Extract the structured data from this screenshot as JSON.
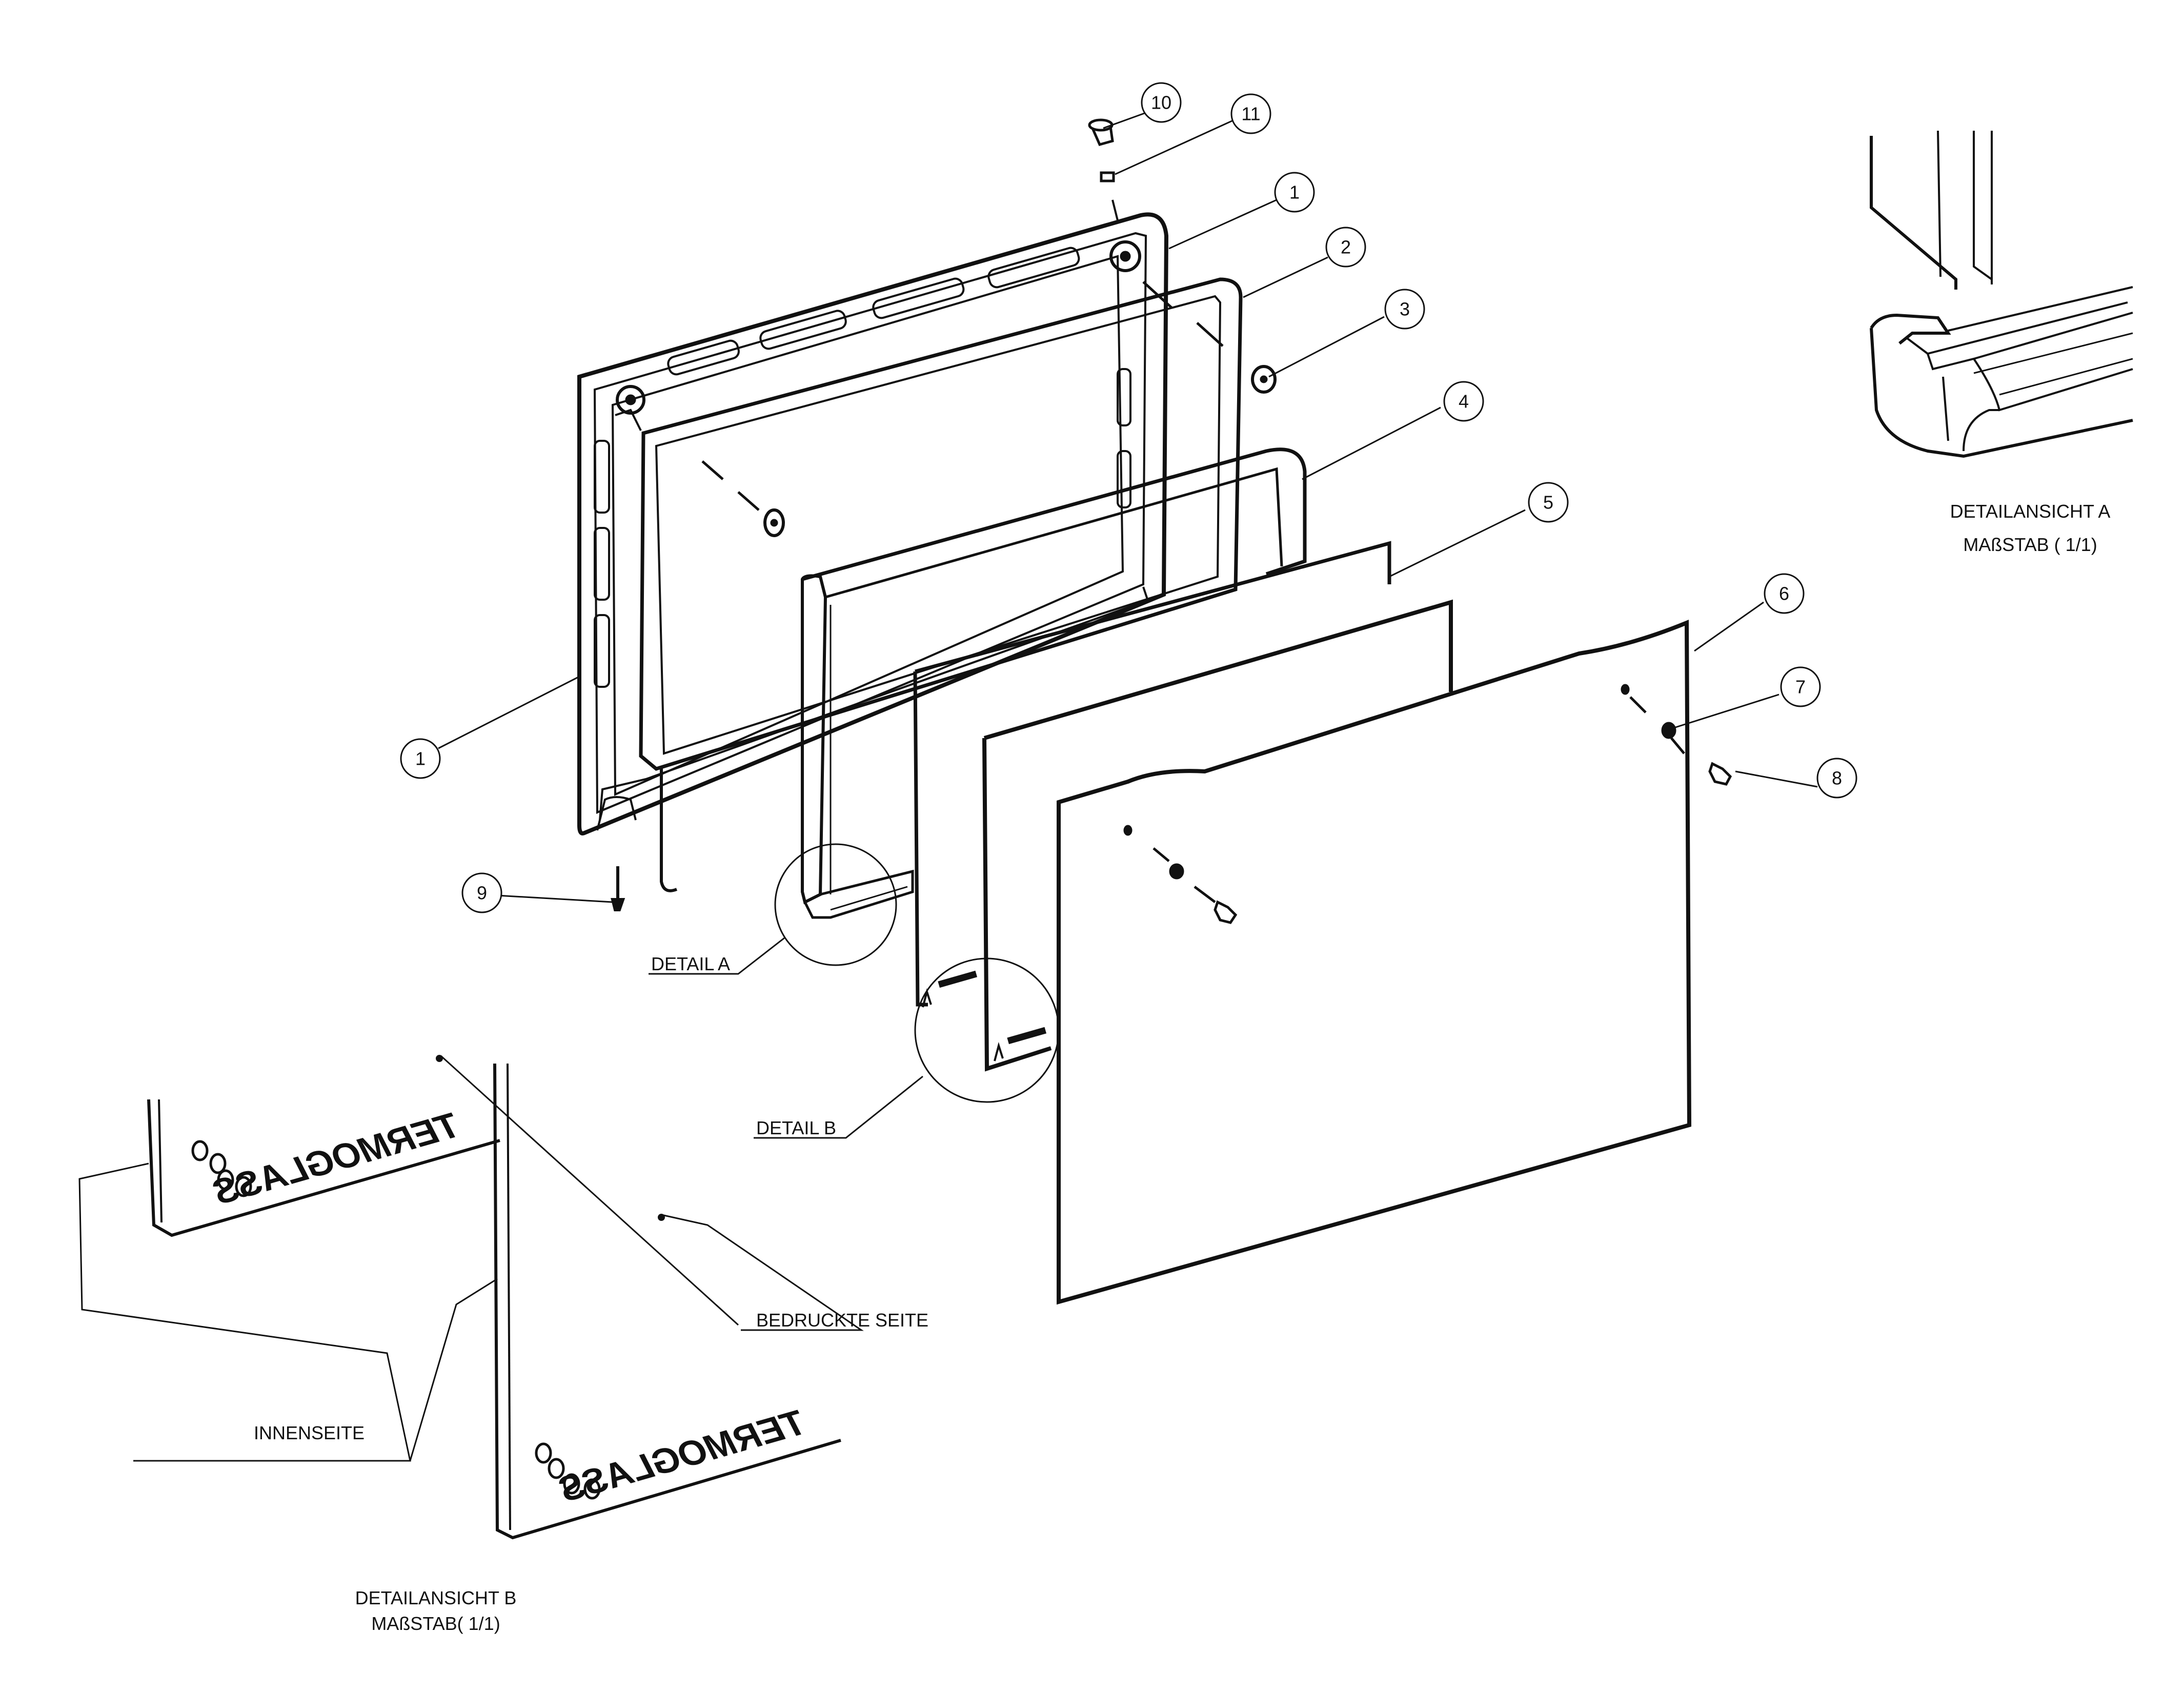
{
  "callouts": [
    "1",
    "2",
    "3",
    "4",
    "5",
    "6",
    "7",
    "8",
    "9",
    "10",
    "11",
    "1"
  ],
  "labels": {
    "detail_a": "DETAIL A",
    "detail_b": "DETAIL B",
    "printed_side": "BEDRUCKTE SEITE",
    "inner_side": "INNENSEITE"
  },
  "views": {
    "a_title": "DETAILANSICHT A",
    "a_scale": "MAßSTAB ( 1/1)",
    "b_title": "DETAILANSICHT B",
    "b_scale": "MAßSTAB( 1/1)"
  },
  "brand": "TERMOGLASS"
}
